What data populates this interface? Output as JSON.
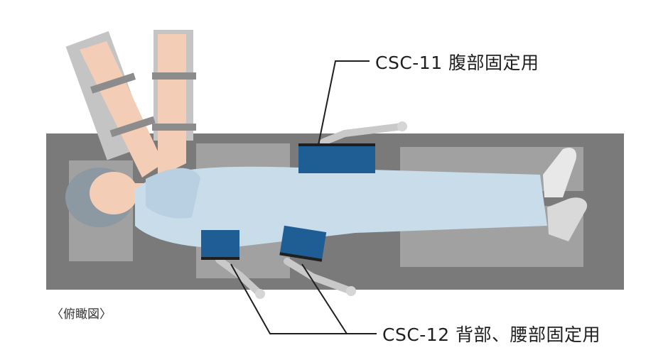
{
  "labels": {
    "csc11": "CSC-11 腹部固定用",
    "csc12": "CSC-12 背部、腰部固定用",
    "view": "〈俯瞰図〉"
  },
  "colors": {
    "table": "#7a7a7a",
    "pad": "#a8a8a8",
    "skin": "#f3cdb6",
    "gown": "#c8dcea",
    "hair": "#8d99a2",
    "block": "#1e5e94",
    "arm_metal": "#c9c9c9",
    "leader_line": "#1f1f1f"
  }
}
